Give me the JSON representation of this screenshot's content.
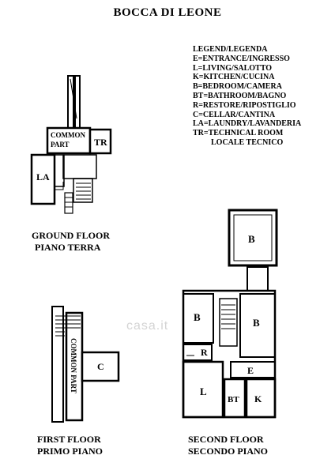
{
  "title": "BOCCA DI LEONE",
  "legend": [
    "LEGEND/LEGENDA",
    "E=ENTRANCE/INGRESSO",
    "L=LIVING/SALOTTO",
    "K=KITCHEN/CUCINA",
    "B=BEDROOM/CAMERA",
    "BT=BATHROOM/BAGNO",
    "R=RESTORE/RIPOSTIGLIO",
    "C=CELLAR/CANTINA",
    "LA=LAUNDRY/LAVANDERIA",
    "TR=TECHNICAL ROOM",
    "LOCALE TECNICO"
  ],
  "floors": {
    "ground": {
      "caption_en": "GROUND FLOOR",
      "caption_it": "PIANO TERRA",
      "rooms": {
        "common_1": "COMMON",
        "common_2": "PART",
        "tr": "TR",
        "la": "LA"
      }
    },
    "first": {
      "caption_en": "FIRST FLOOR",
      "caption_it": "PRIMO PIANO",
      "rooms": {
        "common": "COMMON PART",
        "c": "C"
      }
    },
    "second": {
      "caption_en": "SECOND FLOOR",
      "caption_it": "SECONDO PIANO",
      "rooms": {
        "b_top": "B",
        "b_left": "B",
        "b_right": "B",
        "r": "R",
        "e": "E",
        "l": "L",
        "bt": "BT",
        "k": "K"
      }
    }
  },
  "watermark": "casa.it"
}
